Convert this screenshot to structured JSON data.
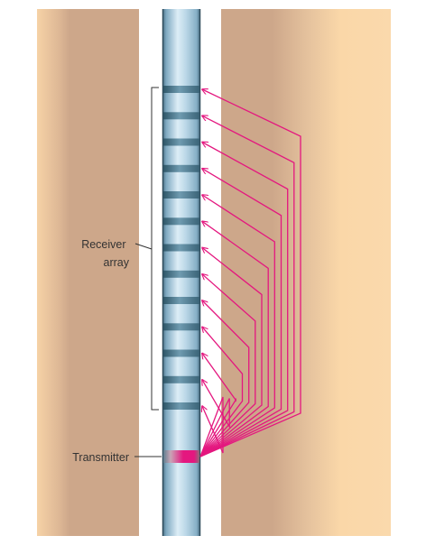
{
  "labels": {
    "receiver_line1": "Receiver",
    "receiver_line2": "array",
    "transmitter": "Transmitter"
  },
  "receiver_count": 13,
  "colors": {
    "formation_light": "#FAD7A8",
    "formation_dark": "#CDA78A",
    "tool_blue": "#9CC4DA",
    "receiver_band": "#4F7F94",
    "transmitter": "#E4177F",
    "ray_path": "#E4177F",
    "bracket": "#333333"
  }
}
